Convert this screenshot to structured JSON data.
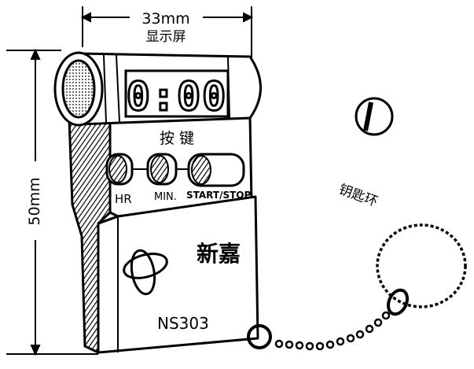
{
  "dimensions": {
    "width_label": "33mm",
    "display_label": "显示屏",
    "height_label": "50mm"
  },
  "keys_label": "按 键",
  "display_readout": "0:00",
  "buttons": {
    "hr": "HR",
    "min": "MIN.",
    "start_stop": "START/STOP"
  },
  "brand": "新嘉",
  "model": "NS303",
  "keyring_label": "钥匙环",
  "colors": {
    "ink": "#000000",
    "paper": "#ffffff"
  }
}
